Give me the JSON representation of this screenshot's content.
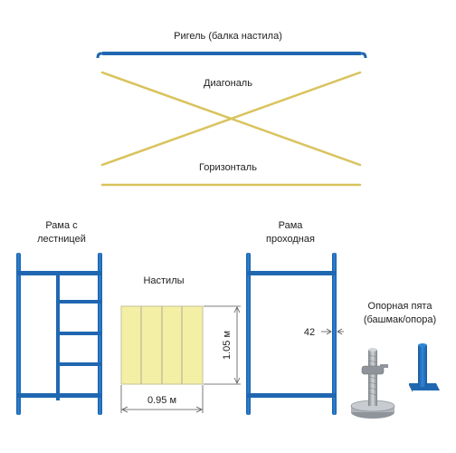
{
  "labels": {
    "rigel": "Ригель (балка настила)",
    "diagonal": "Диагональ",
    "horizontal": "Горизонталь",
    "frame_ladder_line1": "Рама с",
    "frame_ladder_line2": "лестницей",
    "decks": "Настилы",
    "frame_pass_line1": "Рама",
    "frame_pass_line2": "проходная",
    "base_line1": "Опорная пята",
    "base_line2": "(башмак/опора)"
  },
  "dimensions": {
    "deck_height": "1.05 м",
    "deck_width": "0.95 м",
    "tube_width": "42"
  },
  "colors": {
    "frame_blue": "#1f67b1",
    "frame_blue_light": "#2f86d6",
    "diagonal_tan": "#d9c35d",
    "deck_fill": "#f3f0a6",
    "deck_stroke": "#c6c19a",
    "base_gray": "#9aa0a6"
  }
}
